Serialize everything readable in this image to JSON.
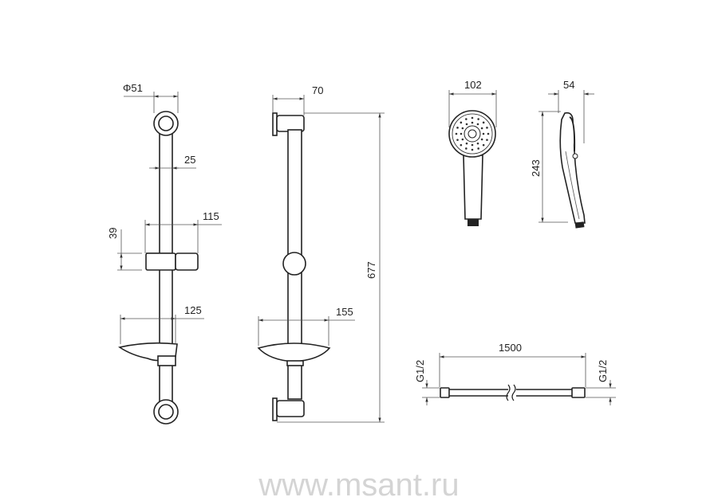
{
  "dimensions": {
    "ring_diameter": "Φ51",
    "bar_diameter": "25",
    "holder_width": "115",
    "holder_height": "39",
    "dish_width_front": "125",
    "wall_offset": "70",
    "dish_width_side": "155",
    "bar_length": "677",
    "head_diameter": "102",
    "head_depth": "54",
    "handshower_length": "243",
    "hose_length": "1500",
    "thread_left": "G1/2",
    "thread_right": "G1/2"
  },
  "watermark": "www.msant.ru",
  "colors": {
    "line": "#222222",
    "watermark": "#d4d4d4"
  }
}
